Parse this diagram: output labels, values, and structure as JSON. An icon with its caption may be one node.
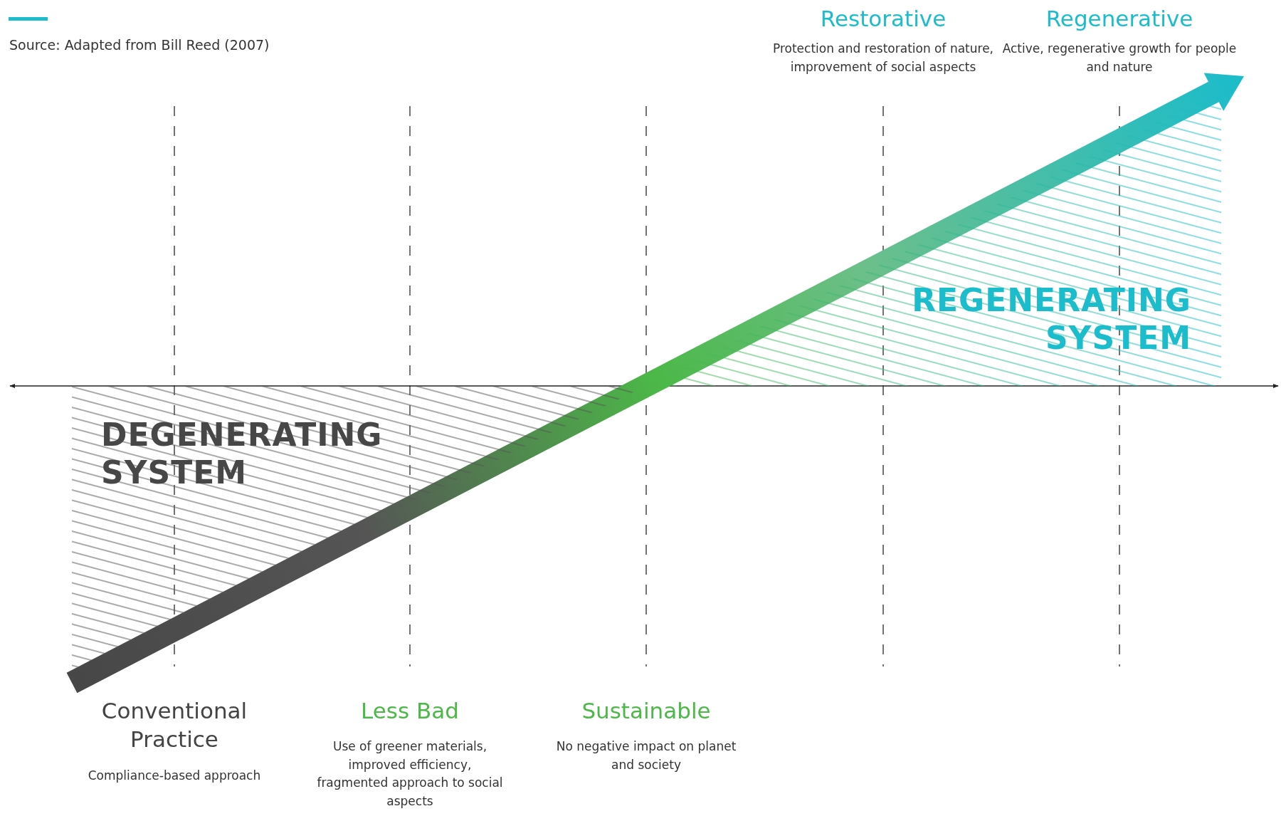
{
  "diagram": {
    "nodes": [
      {
        "text": [
          "Restorative",
          "Protection and restoration of nature, improvement of social aspects"
        ]
      },
      {
        "text": [
          "Regenerative",
          "Active, regenerative growth for people and nature"
        ]
      },
      {
        "text": [
          "REGENERATING SYSTEM"
        ]
      },
      {
        "text": [
          "DEGENERATING SYSTEM"
        ]
      },
      {
        "text": [
          "Conventional Practice",
          "Compliance-based approach"
        ]
      },
      {
        "text": [
          "Less Bad",
          "Use of greener materials, improved efficiency, fragmented approach to social aspects"
        ]
      },
      {
        "text": [
          "Sustainable",
          "No negative impact on planet and society"
        ]
      }
    ],
    "edges": [
      {
        "from": 3,
        "to": 2,
        "arrow": "to"
      }
    ],
    "labels": [
      "Source: Adapted from Bill Reed (2007)"
    ]
  }
}
